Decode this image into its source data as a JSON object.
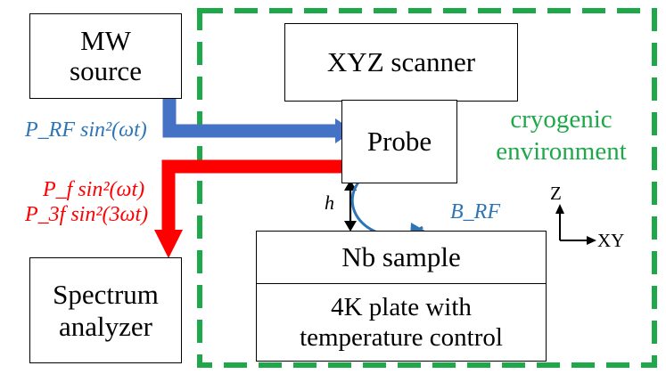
{
  "colors": {
    "mw_path": "#4472C4",
    "reflected_path": "#FF0000",
    "field_loop": "#2E75B6",
    "enclosure": "#1FA84A",
    "text_blue": "#2E75B6",
    "text_red": "#FF0000",
    "text_green": "#1FA84A"
  },
  "blocks": {
    "mw_source": {
      "line1": "MW",
      "line2": "source"
    },
    "spectrum_analyzer": {
      "line1": "Spectrum",
      "line2": "analyzer"
    },
    "xyz_scanner": "XYZ scanner",
    "probe": "Probe",
    "nb_sample": "Nb sample",
    "plate": {
      "line1": "4K plate with",
      "line2": "temperature control"
    }
  },
  "labels": {
    "incident_signal": "P_RF sin²(ωt)",
    "reflected_f": "P_f sin²(ωt)",
    "reflected_3f": "P_3f sin²(3ωt)",
    "gap": "h",
    "field": "B_RF",
    "environment": {
      "line1": "cryogenic",
      "line2": "environment"
    },
    "axis_z": "Z",
    "axis_xy": "XY"
  },
  "icons": {
    "mw_arrow": "right-arrow-icon",
    "reflected_arrow": "down-arrow-icon",
    "field_loop": "circular-arrow-icon",
    "gap_arrow": "double-arrow-icon",
    "axes": "coordinate-axes-icon"
  }
}
